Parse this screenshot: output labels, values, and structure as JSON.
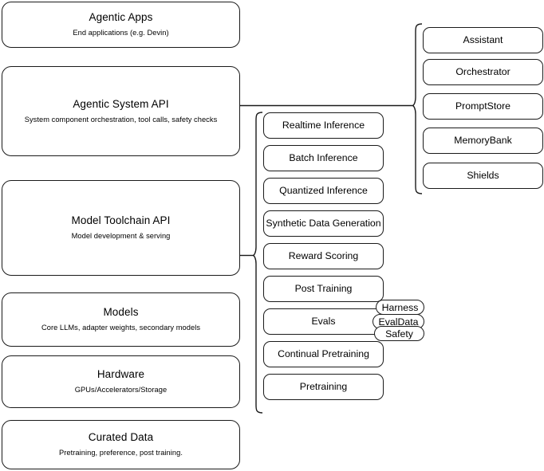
{
  "diagram": {
    "title": "Agentic AI Stack Architecture",
    "background_color": "#ffffff",
    "stroke_color": "#1a1a1a"
  },
  "layers": [
    {
      "name": "agentic-apps",
      "title": "Agentic Apps",
      "subtitle": "End applications (e.g. Devin)"
    },
    {
      "name": "agentic-system-api",
      "title": "Agentic System API",
      "subtitle": "System component orchestration, tool calls, safety checks"
    },
    {
      "name": "model-toolchain-api",
      "title": "Model Toolchain API",
      "subtitle": "Model development & serving"
    },
    {
      "name": "models",
      "title": "Models",
      "subtitle": "Core LLMs, adapter weights, secondary models"
    },
    {
      "name": "hardware",
      "title": "Hardware",
      "subtitle": "GPUs/Accelerators/Storage"
    },
    {
      "name": "curated-data",
      "title": "Curated Data",
      "subtitle": "Pretraining, preference, post training."
    }
  ],
  "toolchain_capabilities": [
    {
      "name": "realtime-inference",
      "label": "Realtime Inference"
    },
    {
      "name": "batch-inference",
      "label": "Batch Inference"
    },
    {
      "name": "quantized-inference",
      "label": "Quantized Inference"
    },
    {
      "name": "synthetic-data-generation",
      "label": "Synthetic Data Generation"
    },
    {
      "name": "reward-scoring",
      "label": "Reward Scoring"
    },
    {
      "name": "post-training",
      "label": "Post Training"
    },
    {
      "name": "evals",
      "label": "Evals"
    },
    {
      "name": "continual-pretraining",
      "label": "Continual Pretraining"
    },
    {
      "name": "pretraining",
      "label": "Pretraining"
    }
  ],
  "eval_subcomponents": [
    {
      "name": "harness",
      "label": "Harness"
    },
    {
      "name": "evaldata",
      "label": "EvalData"
    },
    {
      "name": "safety",
      "label": "Safety"
    }
  ],
  "system_components": [
    {
      "name": "assistant",
      "label": "Assistant"
    },
    {
      "name": "orchestrator",
      "label": "Orchestrator"
    },
    {
      "name": "promptstore",
      "label": "PromptStore"
    },
    {
      "name": "memorybank",
      "label": "MemoryBank"
    },
    {
      "name": "shields",
      "label": "Shields"
    }
  ]
}
